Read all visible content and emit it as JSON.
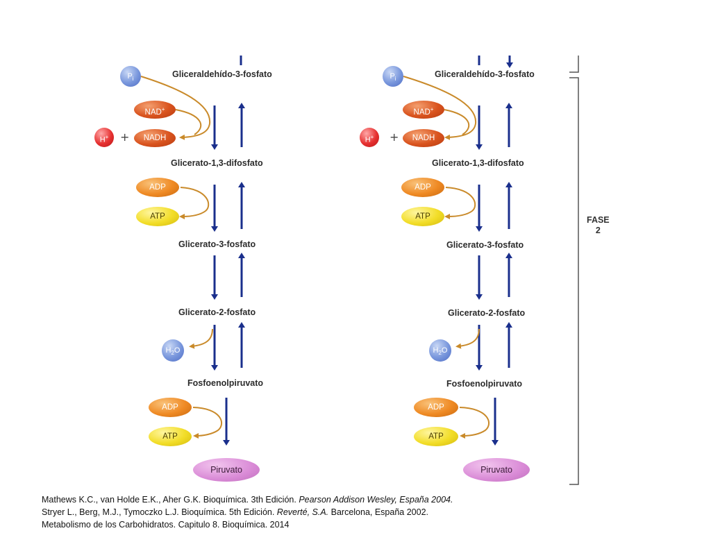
{
  "metabolites": {
    "gliceraldehido_3_fosfato": "Gliceraldehído-3-fosfato",
    "glicerato_1_3_difosfato": "Glicerato-1,3-difosfato",
    "glicerato_3_fosfato": "Glicerato-3-fosfato",
    "glicerato_2_fosfato": "Glicerato-2-fosfato",
    "fosfoenolpiruvato": "Fosfoenolpiruvato",
    "piruvato": "Piruvato"
  },
  "cofactors": {
    "pi_main": "P",
    "pi_sub": "i",
    "nad_main": "NAD",
    "nad_sup": "+",
    "nadh": "NADH",
    "h_main": "H",
    "h_sup": "+",
    "plus_sign": "+",
    "adp": "ADP",
    "atp": "ATP",
    "h2o_a": "H",
    "h2o_sub": "2",
    "h2o_b": "O"
  },
  "phase": {
    "line1": "FASE",
    "line2": "2"
  },
  "references": {
    "ref1_plain": "Mathews K.C., van Holde E.K., Aher G.K. Bioquímica. 3th Edición. ",
    "ref1_italic": "Pearson Addison Wesley, España 2004.",
    "ref2_plain": "Stryer L., Berg, M.J., Tymoczko L.J. Bioquímica. 5th Edición. ",
    "ref2_italic": "Reverté, S.A.",
    "ref2_tail": " Barcelona, España 2002.",
    "ref3": "Metabolismo de los Carbohidratos. Capitulo 8. Bioquímica. 2014"
  },
  "colors": {
    "arrow_blue": "#1a2f8c",
    "arrow_orange": "#c98a2a",
    "bracket": "#555555"
  }
}
